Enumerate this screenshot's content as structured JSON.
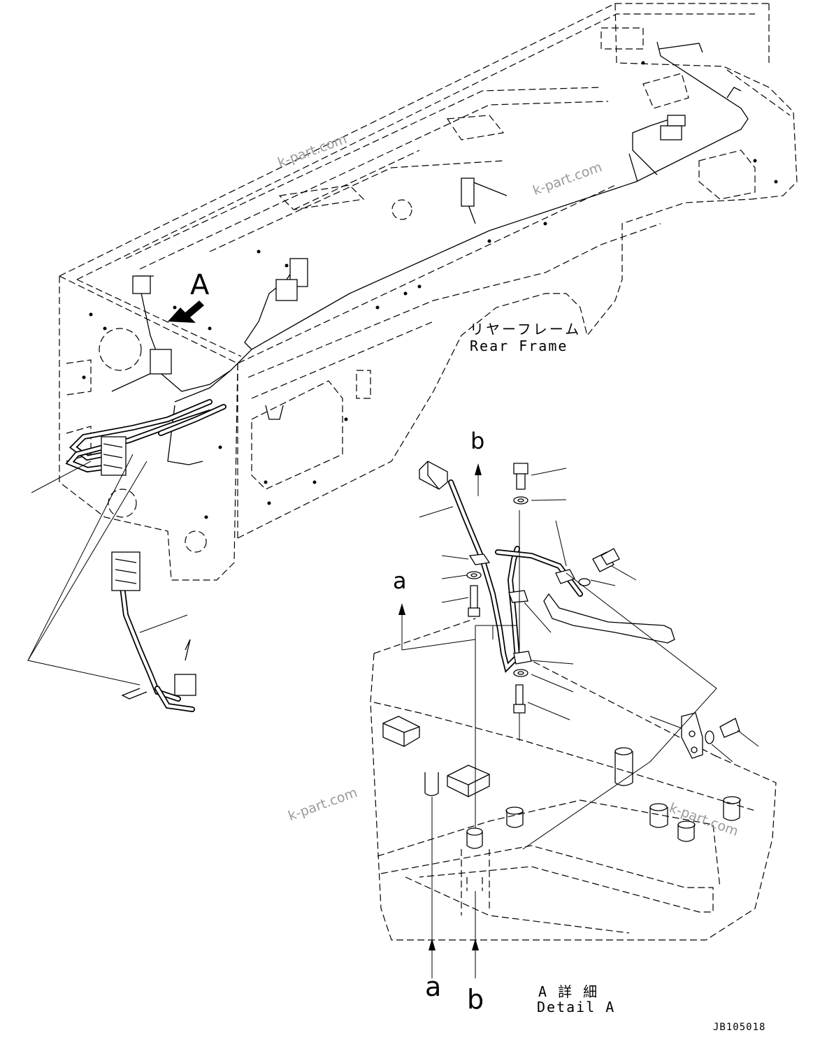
{
  "labels": {
    "view_A": "A",
    "rear_frame_jp": "リヤーフレーム",
    "rear_frame_en": "Rear Frame",
    "detail_arrow_b_top": "b",
    "detail_arrow_a_top": "a",
    "detail_arrow_a_bottom": "a",
    "detail_arrow_b_bottom": "b",
    "detail_a_jp": "A 詳 細",
    "detail_a_en": "Detail A",
    "drawing_number": "JB105018"
  },
  "watermarks": [
    "k-part.com",
    "k-part.com",
    "k-part.com",
    "k-part.com"
  ]
}
